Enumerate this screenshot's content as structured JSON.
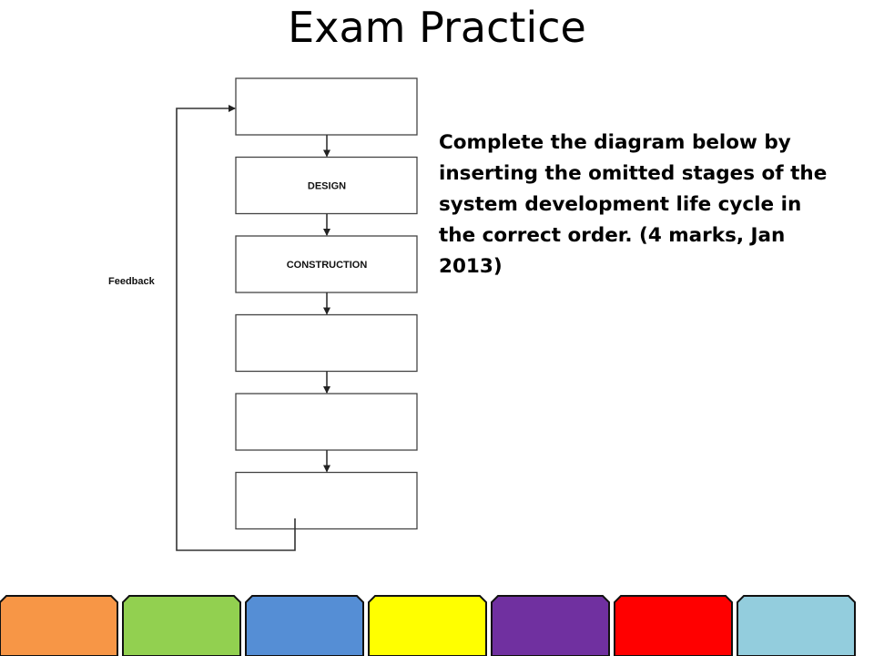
{
  "slide": {
    "title": "Exam Practice",
    "question": "Complete the diagram below by inserting the omitted stages of the system development life cycle in the correct order. (4 marks, Jan 2013)"
  },
  "diagram": {
    "feedback_label": "Feedback",
    "stages": [
      "",
      "DESIGN",
      "CONSTRUCTION",
      "",
      "",
      ""
    ]
  },
  "footer": {
    "tab_colors": [
      "#F79646",
      "#92D050",
      "#558ED5",
      "#FFFF00",
      "#7030A0",
      "#FF0000",
      "#93CDDD"
    ]
  }
}
